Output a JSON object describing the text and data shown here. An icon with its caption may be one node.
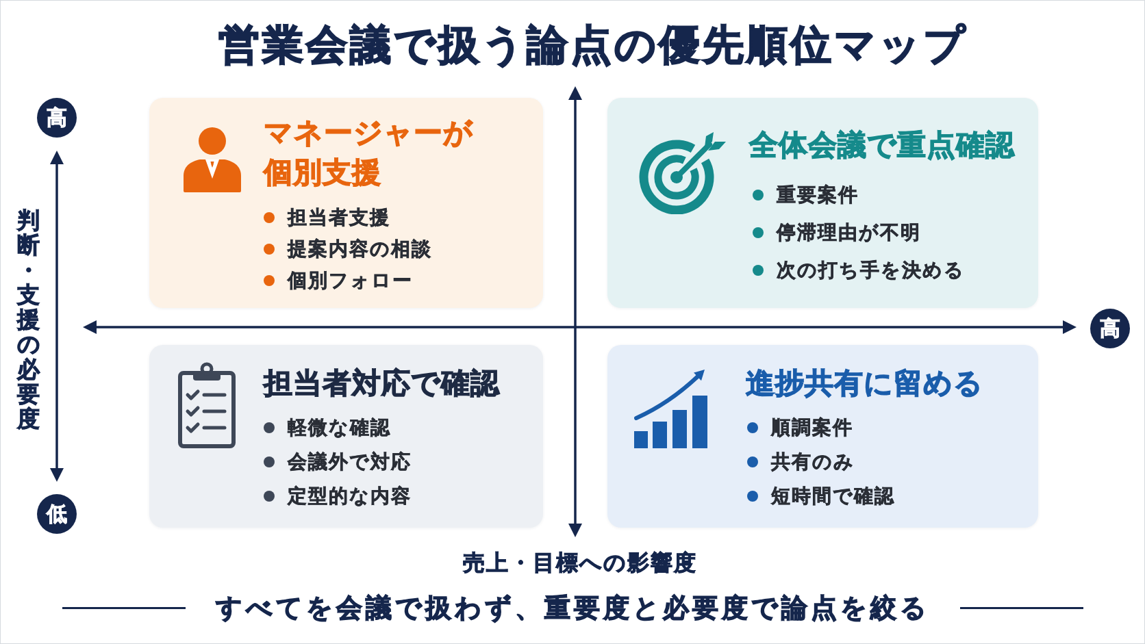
{
  "diagram": {
    "title": "営業会議で扱う論点の優先順位マップ",
    "caption": "すべてを会議で扱わず、重要度と必要度で論点を絞る",
    "nodes": [
      {
        "text": [
          "マネージャーが個別支援",
          "担当者支援",
          "提案内容の相談",
          "個別フォロー"
        ]
      },
      {
        "text": [
          "全体会議で重点確認",
          "重要案件",
          "停滞理由が不明",
          "次の打ち手を決める"
        ]
      },
      {
        "text": [
          "担当者対応で確認",
          "軽微な確認",
          "会議外で対応",
          "定型的な内容"
        ]
      },
      {
        "text": [
          "進捗共有に留める",
          "順調案件",
          "共有のみ",
          "短時間で確認"
        ]
      },
      {
        "text": [
          "高"
        ]
      },
      {
        "text": [
          "低"
        ]
      },
      {
        "text": [
          "高"
        ]
      }
    ],
    "labels": [
      "判断・支援の必要度",
      "売上・目標への影響度"
    ]
  }
}
